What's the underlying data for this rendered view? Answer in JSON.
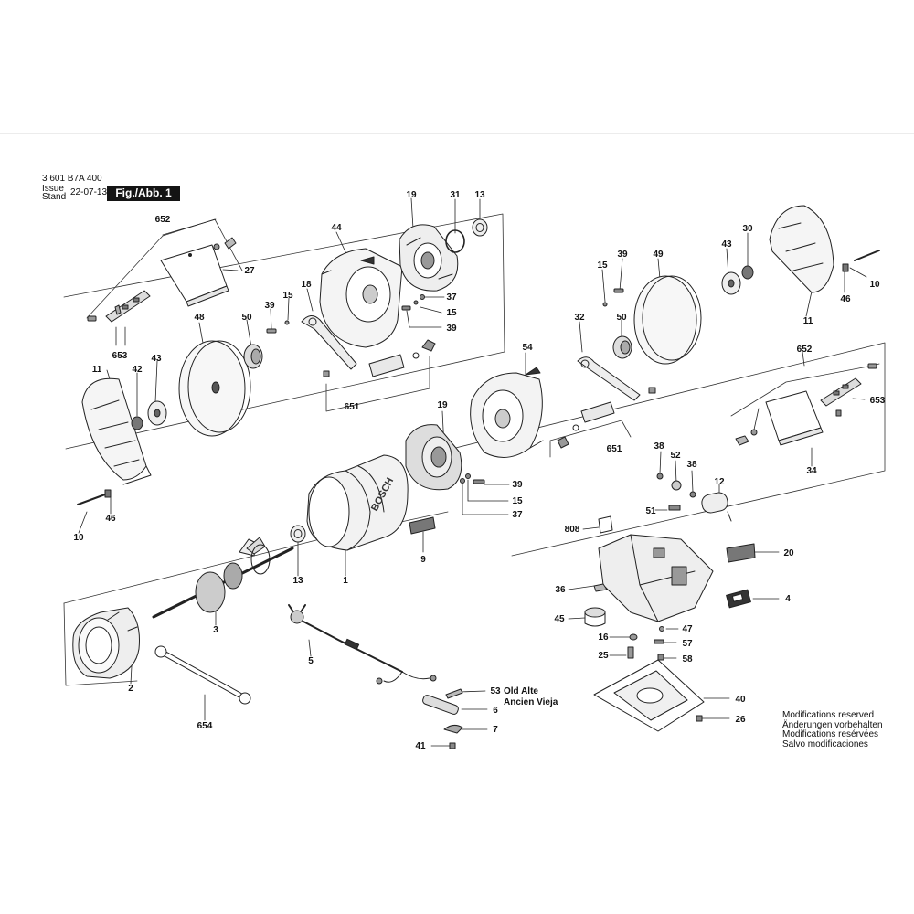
{
  "header": {
    "doc_number": "3 601 B7A 400",
    "issue_label": "Issue",
    "stand_label": "Stand",
    "issue_date": "22-07-13",
    "figure_label": "Fig./Abb. 1"
  },
  "modifications_notice": [
    "Modifications reserved",
    "Änderungen vorbehalten",
    "Modifications resérvées",
    "Salvo modificaciones"
  ],
  "bosch_brand": "BOSCH",
  "callouts": [
    {
      "id": "c652a",
      "label": "652"
    },
    {
      "id": "c27",
      "label": "27"
    },
    {
      "id": "c653a",
      "label": "653"
    },
    {
      "id": "c11a",
      "label": "11"
    },
    {
      "id": "c42",
      "label": "42"
    },
    {
      "id": "c43a",
      "label": "43"
    },
    {
      "id": "c48",
      "label": "48"
    },
    {
      "id": "c50a",
      "label": "50"
    },
    {
      "id": "c39a",
      "label": "39"
    },
    {
      "id": "c15a",
      "label": "15"
    },
    {
      "id": "c18",
      "label": "18"
    },
    {
      "id": "c44",
      "label": "44"
    },
    {
      "id": "c19a",
      "label": "19"
    },
    {
      "id": "c31",
      "label": "31"
    },
    {
      "id": "c13a",
      "label": "13"
    },
    {
      "id": "c37a",
      "label": "37"
    },
    {
      "id": "c15b",
      "label": "15"
    },
    {
      "id": "c39b",
      "label": "39"
    },
    {
      "id": "c651a",
      "label": "651"
    },
    {
      "id": "c10a",
      "label": "10"
    },
    {
      "id": "c46a",
      "label": "46"
    },
    {
      "id": "c13b",
      "label": "13"
    },
    {
      "id": "c1",
      "label": "1"
    },
    {
      "id": "c9",
      "label": "9"
    },
    {
      "id": "c3",
      "label": "3"
    },
    {
      "id": "c2",
      "label": "2"
    },
    {
      "id": "c654",
      "label": "654"
    },
    {
      "id": "c5",
      "label": "5"
    },
    {
      "id": "c19b",
      "label": "19"
    },
    {
      "id": "c39c",
      "label": "39"
    },
    {
      "id": "c15c",
      "label": "15"
    },
    {
      "id": "c37b",
      "label": "37"
    },
    {
      "id": "c54",
      "label": "54"
    },
    {
      "id": "c32",
      "label": "32"
    },
    {
      "id": "c50b",
      "label": "50"
    },
    {
      "id": "c651b",
      "label": "651"
    },
    {
      "id": "c15d",
      "label": "15"
    },
    {
      "id": "c39d",
      "label": "39"
    },
    {
      "id": "c49",
      "label": "49"
    },
    {
      "id": "c43b",
      "label": "43"
    },
    {
      "id": "c30",
      "label": "30"
    },
    {
      "id": "c11b",
      "label": "11"
    },
    {
      "id": "c46b",
      "label": "46"
    },
    {
      "id": "c10b",
      "label": "10"
    },
    {
      "id": "c652b",
      "label": "652"
    },
    {
      "id": "c653b",
      "label": "653"
    },
    {
      "id": "c34",
      "label": "34"
    },
    {
      "id": "c38a",
      "label": "38"
    },
    {
      "id": "c52",
      "label": "52"
    },
    {
      "id": "c38b",
      "label": "38"
    },
    {
      "id": "c12",
      "label": "12"
    },
    {
      "id": "c51",
      "label": "51"
    },
    {
      "id": "c808",
      "label": "808"
    },
    {
      "id": "c20",
      "label": "20"
    },
    {
      "id": "c36",
      "label": "36"
    },
    {
      "id": "c4",
      "label": "4"
    },
    {
      "id": "c45",
      "label": "45"
    },
    {
      "id": "c16",
      "label": "16"
    },
    {
      "id": "c47",
      "label": "47"
    },
    {
      "id": "c57",
      "label": "57"
    },
    {
      "id": "c25",
      "label": "25"
    },
    {
      "id": "c58",
      "label": "58"
    },
    {
      "id": "c40",
      "label": "40"
    },
    {
      "id": "c26",
      "label": "26"
    },
    {
      "id": "c53",
      "label": "53"
    },
    {
      "id": "c6",
      "label": "6"
    },
    {
      "id": "c7",
      "label": "7"
    },
    {
      "id": "c41",
      "label": "41"
    }
  ],
  "note_53": [
    "Old Alte",
    "Ancien Vieja"
  ]
}
